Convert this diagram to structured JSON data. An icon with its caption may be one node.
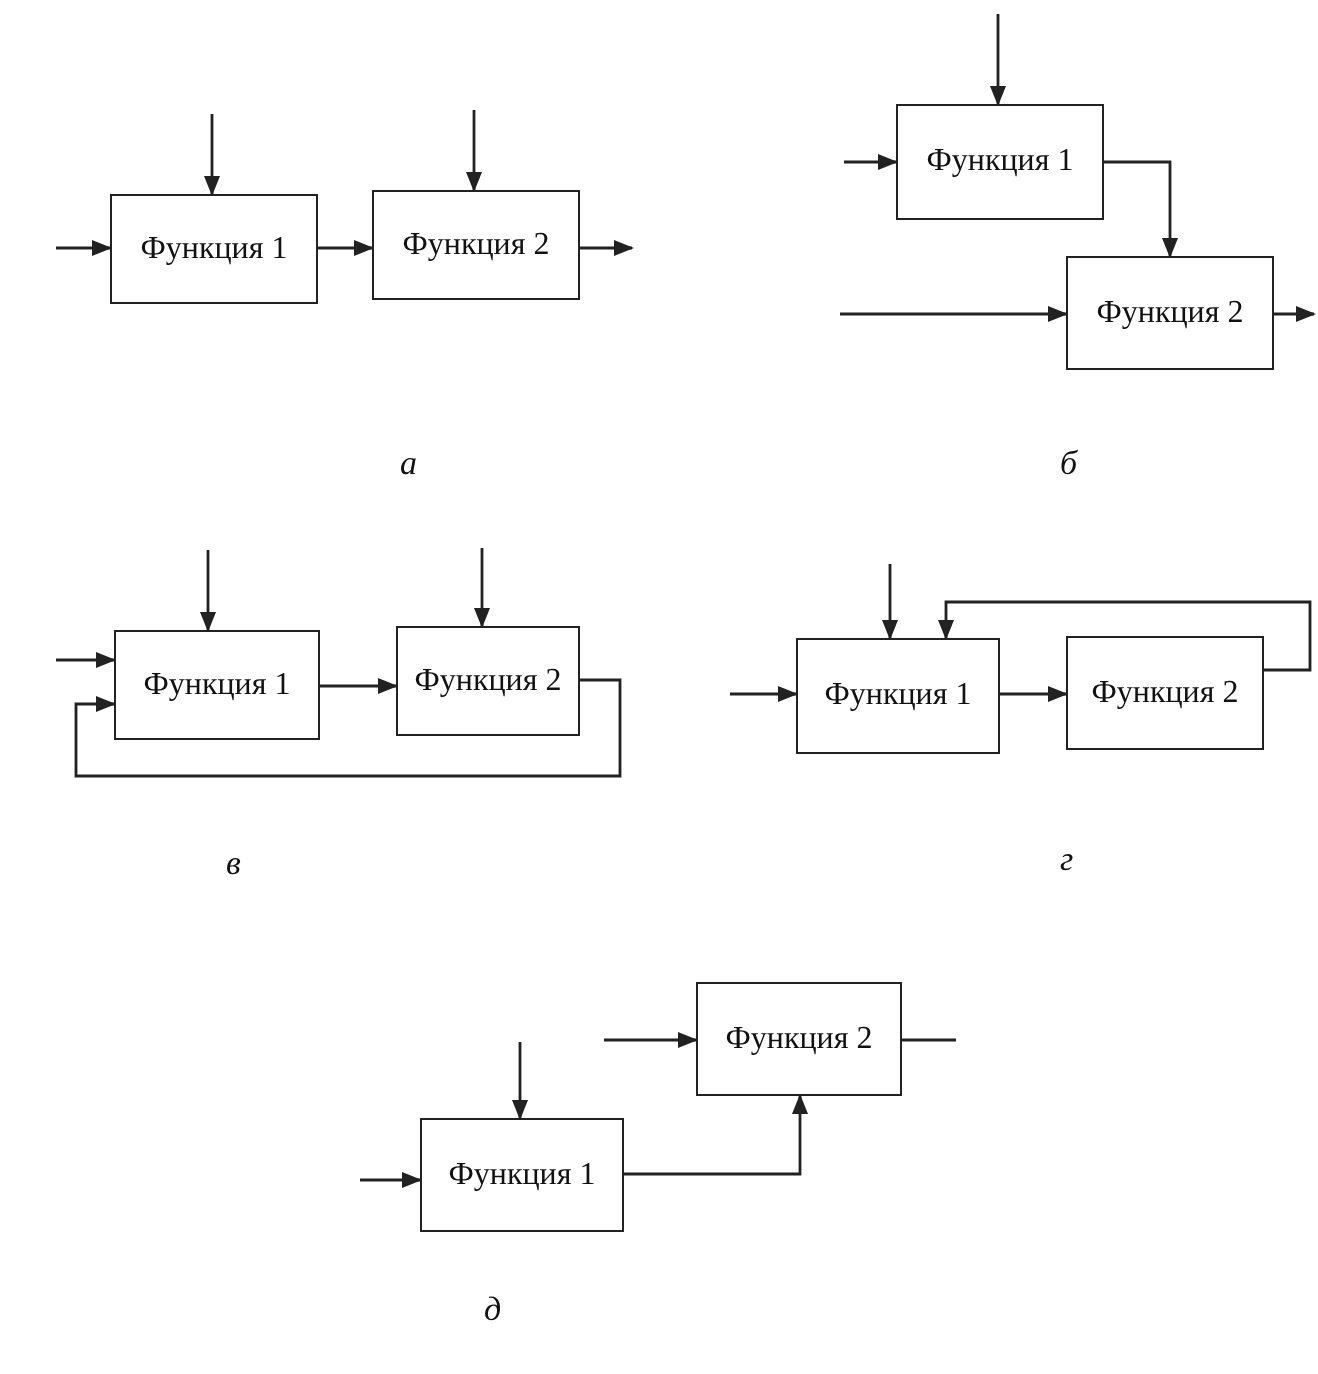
{
  "diagram": {
    "nodes": [
      {
        "text": [
          "Функция 1"
        ]
      },
      {
        "text": [
          "Функция 2"
        ]
      },
      {
        "text": [
          "Функция 1"
        ]
      },
      {
        "text": [
          "Функция 2"
        ]
      },
      {
        "text": [
          "Функция 1"
        ]
      },
      {
        "text": [
          "Функция 2"
        ]
      },
      {
        "text": [
          "Функция 1"
        ]
      },
      {
        "text": [
          "Функция 2"
        ]
      },
      {
        "text": [
          "Функция 1"
        ]
      },
      {
        "text": [
          "Функция 2"
        ]
      }
    ],
    "edges": [
      {
        "from": null,
        "to": 0,
        "arrow": "to"
      },
      {
        "from": null,
        "to": 0,
        "arrow": "to"
      },
      {
        "from": 0,
        "to": 1,
        "arrow": "to"
      },
      {
        "from": null,
        "to": 1,
        "arrow": "to"
      },
      {
        "from": 1,
        "to": null,
        "arrow": "to"
      },
      {
        "from": null,
        "to": 2,
        "arrow": "to"
      },
      {
        "from": null,
        "to": 2,
        "arrow": "to"
      },
      {
        "from": 2,
        "to": 3,
        "arrow": "to"
      },
      {
        "from": null,
        "to": 3,
        "arrow": "to"
      },
      {
        "from": 3,
        "to": null,
        "arrow": "to"
      },
      {
        "from": null,
        "to": 4,
        "arrow": "to"
      },
      {
        "from": null,
        "to": 4,
        "arrow": "to"
      },
      {
        "from": 4,
        "to": 5,
        "arrow": "to"
      },
      {
        "from": null,
        "to": 5,
        "arrow": "to"
      },
      {
        "from": 5,
        "to": 4,
        "arrow": "to"
      },
      {
        "from": null,
        "to": 6,
        "arrow": "to"
      },
      {
        "from": null,
        "to": 6,
        "arrow": "to"
      },
      {
        "from": 6,
        "to": 7,
        "arrow": "to"
      },
      {
        "from": 7,
        "to": 6,
        "arrow": "to"
      },
      {
        "from": null,
        "to": 8,
        "arrow": "to"
      },
      {
        "from": null,
        "to": 8,
        "arrow": "to"
      },
      {
        "from": 8,
        "to": 9,
        "arrow": "to"
      },
      {
        "from": null,
        "to": 9,
        "arrow": "to"
      },
      {
        "from": 9,
        "to": null,
        "arrow": "none"
      }
    ],
    "labels": [
      "а",
      "б",
      "в",
      "г",
      "д"
    ]
  }
}
